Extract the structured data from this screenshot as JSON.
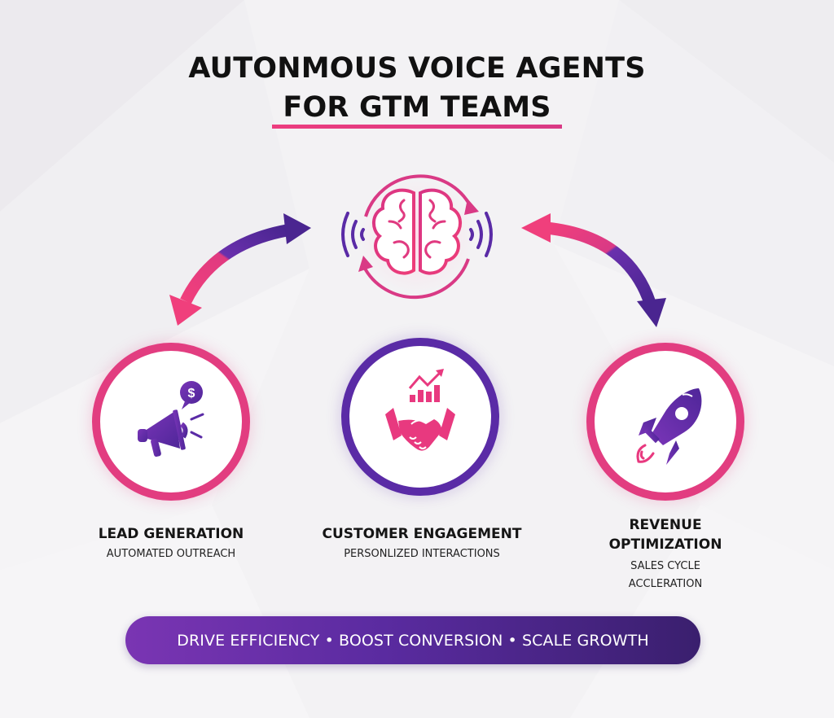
{
  "header": {
    "title_line1": "AUTONMOUS VOICE AGENTS",
    "title_line2": "FOR GTM TEAMS"
  },
  "center_hub": {
    "icon": "brain-with-sound-waves-and-cycle-arrows-icon"
  },
  "arrows": [
    {
      "name": "left-bidirectional-arrow",
      "from": "center_hub",
      "to": "lead_generation"
    },
    {
      "name": "right-bidirectional-arrow",
      "from": "center_hub",
      "to": "revenue_optimization"
    }
  ],
  "nodes": [
    {
      "id": "lead_generation",
      "icon": "megaphone-dollar-icon",
      "ring_color": "#e23d80",
      "title": "LEAD GENERATION",
      "subtitle_line1": "AUTOMATED OUTREACH",
      "subtitle_line2": ""
    },
    {
      "id": "customer_engagement",
      "icon": "handshake-growth-chart-icon",
      "ring_color": "#5a2ba6",
      "title": "CUSTOMER ENGAGEMENT",
      "subtitle_line1": "PERSONLIZED INTERACTIONS",
      "subtitle_line2": ""
    },
    {
      "id": "revenue_optimization",
      "icon": "rocket-icon",
      "ring_color": "#e23d80",
      "title_line1": "REVENUE",
      "title_line2": "OPTIMIZATION",
      "subtitle_line1": "SALES CYCLE",
      "subtitle_line2": "ACCLERATION"
    }
  ],
  "banner": {
    "text": "DRIVE EFFICIENCY • BOOST CONVERSION • SCALE GROWTH",
    "items": [
      "DRIVE EFFICIENCY",
      "BOOST CONVERSION",
      "SCALE GROWTH"
    ]
  },
  "colors": {
    "accent_pink": "#ec3d7f",
    "accent_purple": "#5a2ba6",
    "dark_purple": "#3a1f6e",
    "background": "#f3f2f4",
    "text": "#111111"
  }
}
